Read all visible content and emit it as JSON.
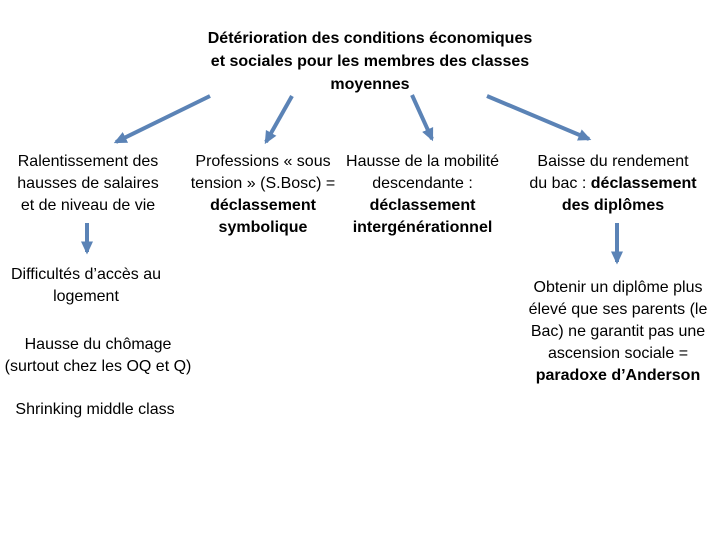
{
  "theme": {
    "background": "#ffffff",
    "text_color": "#000000",
    "arrow_color": "#5b83b6"
  },
  "title": {
    "lines": [
      "Détérioration des conditions économiques",
      "et sociales pour les membres des classes",
      "moyennes"
    ]
  },
  "causes": {
    "wages": {
      "lines": [
        "Ralentissement des",
        "hausses de salaires",
        "et de niveau de vie"
      ]
    },
    "professions": {
      "normal_lines": [
        "Professions « sous",
        "tension » (S.Bosc) ="
      ],
      "bold_lines": [
        "déclassement",
        "symbolique"
      ]
    },
    "mobility": {
      "normal_lines": [
        "Hausse de la mobilité",
        "descendante :"
      ],
      "bold_lines": [
        "déclassement",
        "intergénérationnel"
      ]
    },
    "diploma": {
      "line1": "Baisse du rendement",
      "line2_normal": "du bac : ",
      "line2_bold": "déclassement",
      "line3_bold": "des diplômes"
    }
  },
  "effects": {
    "housing": {
      "lines": [
        "Difficultés d’accès au",
        "logement"
      ]
    },
    "unemployment": {
      "lines": [
        "Hausse du chômage",
        "(surtout chez les OQ et Q)"
      ]
    },
    "shrinking": {
      "lines": [
        "Shrinking middle class"
      ]
    },
    "anderson": {
      "normal_lines": [
        "Obtenir un diplôme plus",
        "élevé que ses parents (le",
        "Bac) ne garantit pas une",
        "ascension sociale ="
      ],
      "bold_line": "paradoxe d’Anderson"
    }
  }
}
